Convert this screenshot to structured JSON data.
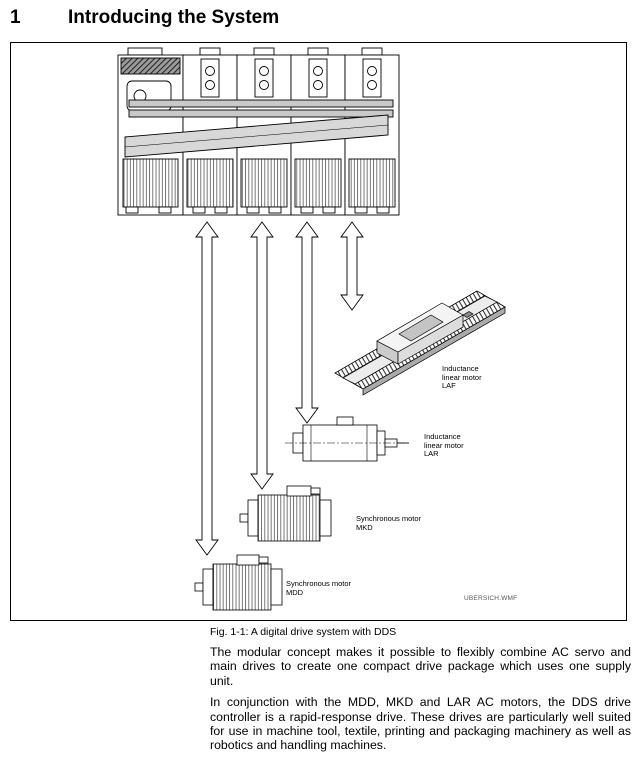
{
  "heading": {
    "number": "1",
    "title": "Introducing the System"
  },
  "figure": {
    "caption": "Fig. 1-1: A digital drive system with DDS",
    "watermark": "UBERSICH.WMF",
    "labels": {
      "laf": [
        "Inductance",
        "linear motor",
        "LAF"
      ],
      "lar": [
        "Inductance",
        "linear motor",
        "LAR"
      ],
      "mkd": [
        "Synchronous motor",
        "MKD"
      ],
      "mdd": [
        "Synchronous motor",
        "MDD"
      ]
    }
  },
  "body": {
    "paragraph1": "The modular concept makes it possible to flexibly combine AC servo and main drives to create one compact drive package which uses one supply unit.",
    "paragraph2": "In conjunction with the MDD, MKD and LAR AC motors, the DDS drive controller is a rapid-response drive. These drives are particularly well suited for use in machine tool, textile, printing and packaging machinery as well as robotics and handling machines."
  }
}
